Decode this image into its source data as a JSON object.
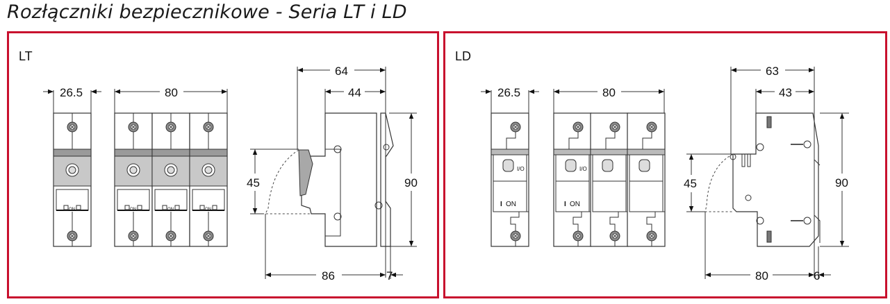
{
  "title": "Rozłączniki bezpiecznikowe - Seria LT i LD",
  "panels": {
    "lt": {
      "label": "LT",
      "on_label": "ON",
      "dims": {
        "single_width": "26.5",
        "triple_width": "80",
        "depth_total": "64",
        "depth_body": "44",
        "handle_height": "45",
        "height": "90",
        "open_depth": "86",
        "rail_offset": "7"
      }
    },
    "ld": {
      "label": "LD",
      "on_label": "ON",
      "on_symbol": "I",
      "switch_symbol": "I/O",
      "dims": {
        "single_width": "26.5",
        "triple_width": "80",
        "depth_total": "63",
        "depth_body": "43",
        "handle_height": "45",
        "height": "90",
        "open_depth": "80",
        "rail_offset": "6"
      }
    }
  },
  "colors": {
    "frame": "#c8102e",
    "handle_gray": "#c8c8c8",
    "screw": "#8a8a8a"
  }
}
